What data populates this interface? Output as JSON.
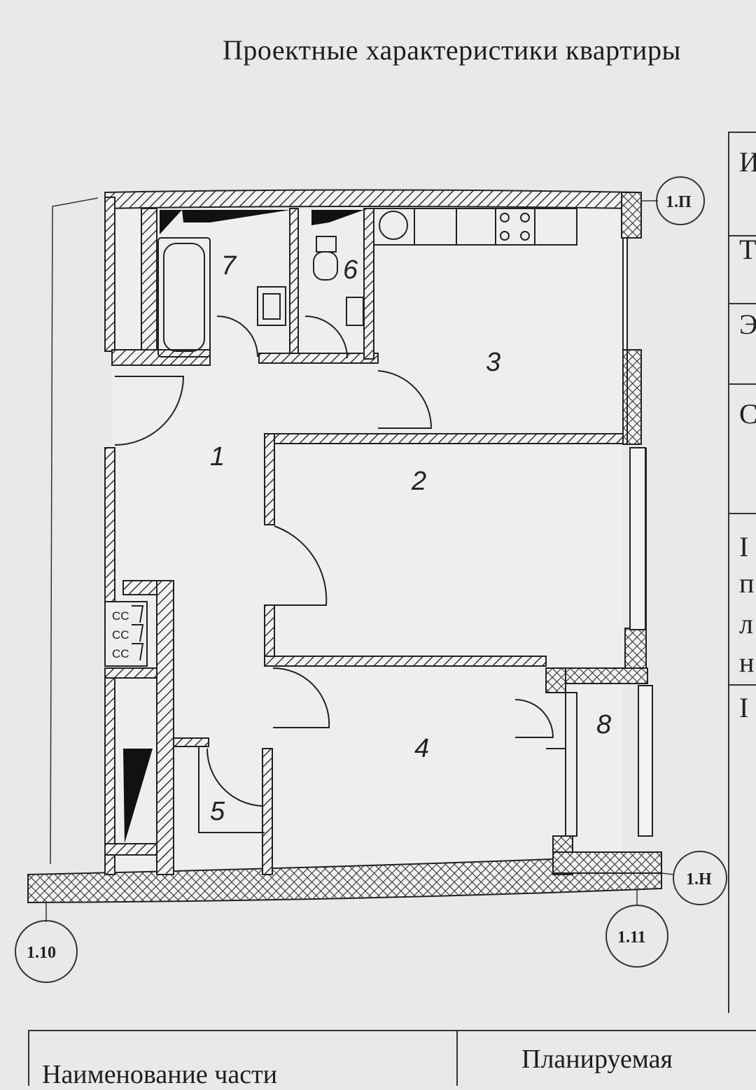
{
  "title": "Проектные характеристики  квартиры",
  "rooms": [
    {
      "number": "1"
    },
    {
      "number": "2"
    },
    {
      "number": "3"
    },
    {
      "number": "4"
    },
    {
      "number": "5"
    },
    {
      "number": "6"
    },
    {
      "number": "7"
    },
    {
      "number": "8"
    }
  ],
  "axes": [
    "1.П",
    "1.Н",
    "1.10",
    "1.11"
  ],
  "vent_labels": [
    "СС",
    "СС",
    "СС"
  ],
  "side_table": {
    "cells": [
      "И",
      "Т",
      "Э",
      "С",
      "I",
      "п",
      "л",
      "н",
      "I"
    ]
  },
  "bottom_table": {
    "header_left": "Наименование части",
    "header_right": "Планируемая"
  }
}
